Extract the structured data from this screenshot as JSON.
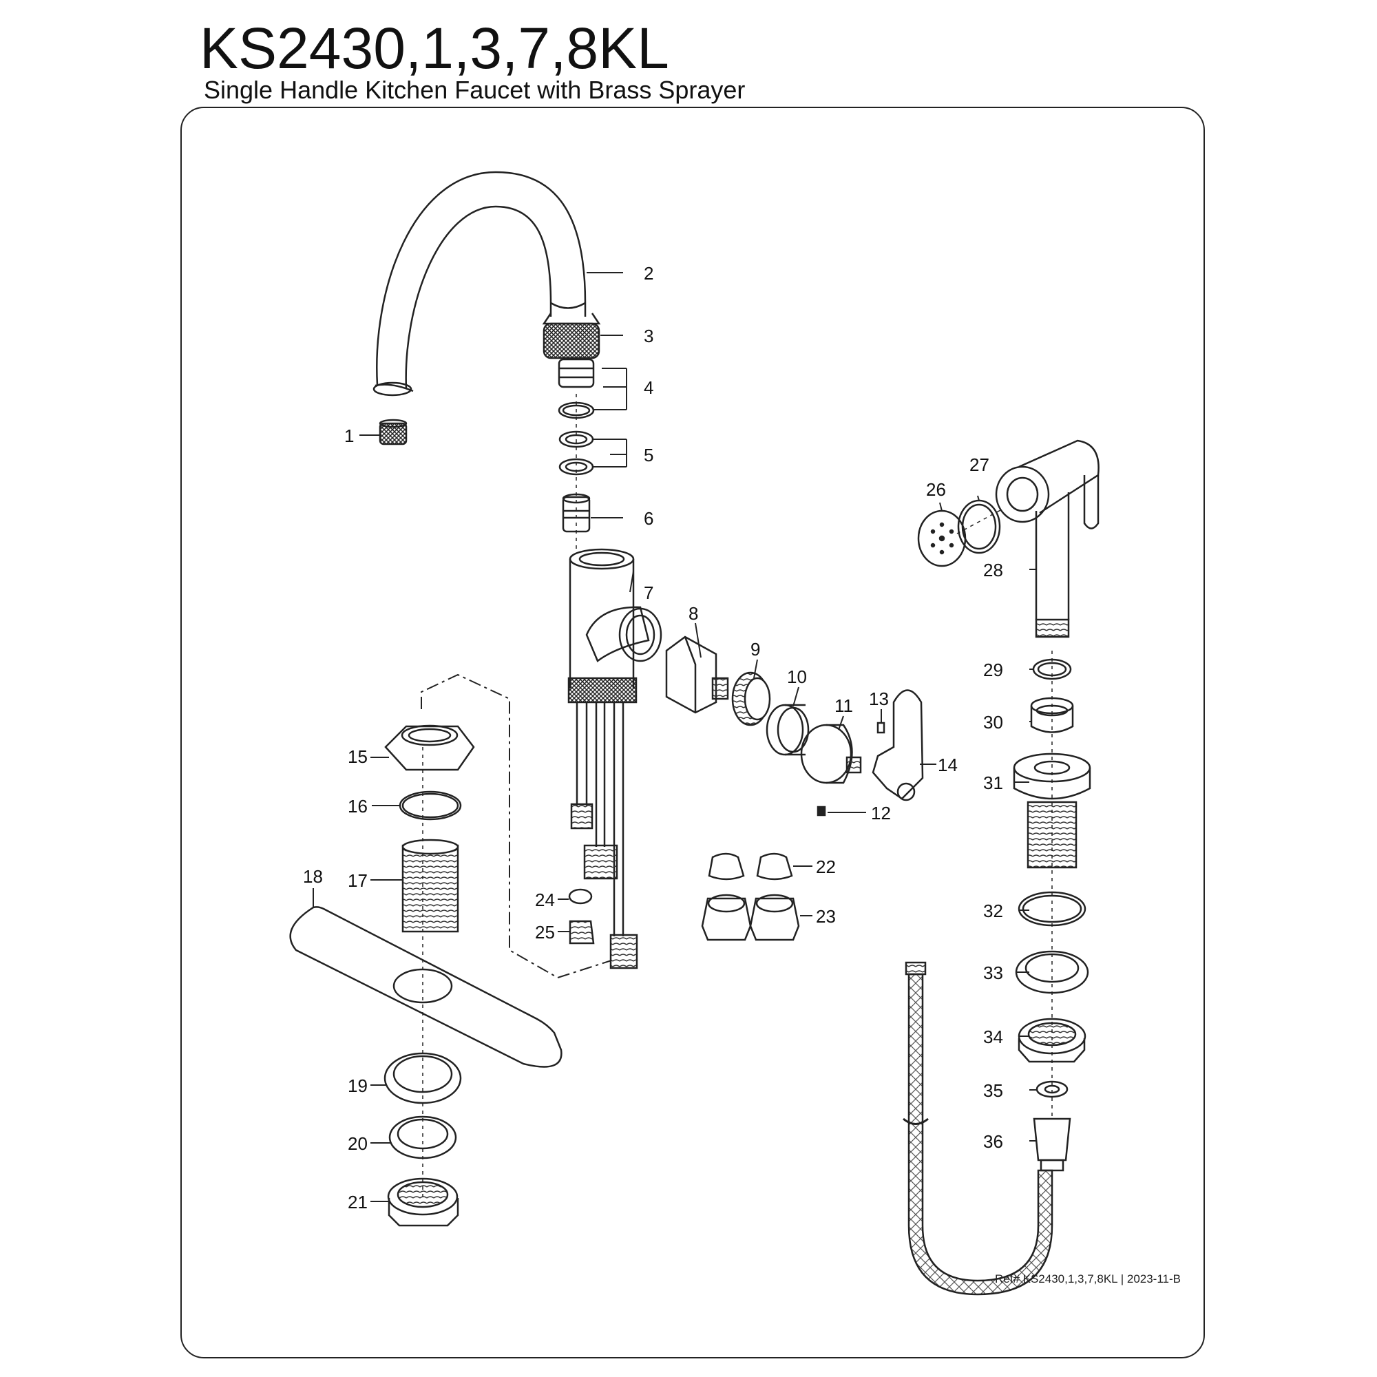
{
  "header": {
    "model": "KS2430,1,3,7,8KL",
    "description": "Single Handle Kitchen Faucet with Brass Sprayer"
  },
  "footer": {
    "reference": "Ref# KS2430,1,3,7,8KL | 2023-11-B"
  },
  "parts": [
    {
      "number": "1"
    },
    {
      "number": "2"
    },
    {
      "number": "3"
    },
    {
      "number": "4"
    },
    {
      "number": "5"
    },
    {
      "number": "6"
    },
    {
      "number": "7"
    },
    {
      "number": "8"
    },
    {
      "number": "9"
    },
    {
      "number": "10"
    },
    {
      "number": "11"
    },
    {
      "number": "12"
    },
    {
      "number": "13"
    },
    {
      "number": "14"
    },
    {
      "number": "15"
    },
    {
      "number": "16"
    },
    {
      "number": "17"
    },
    {
      "number": "18"
    },
    {
      "number": "19"
    },
    {
      "number": "20"
    },
    {
      "number": "21"
    },
    {
      "number": "22"
    },
    {
      "number": "23"
    },
    {
      "number": "24"
    },
    {
      "number": "25"
    },
    {
      "number": "26"
    },
    {
      "number": "27"
    },
    {
      "number": "28"
    },
    {
      "number": "29"
    },
    {
      "number": "30"
    },
    {
      "number": "31"
    },
    {
      "number": "32"
    },
    {
      "number": "33"
    },
    {
      "number": "34"
    },
    {
      "number": "35"
    },
    {
      "number": "36"
    }
  ]
}
